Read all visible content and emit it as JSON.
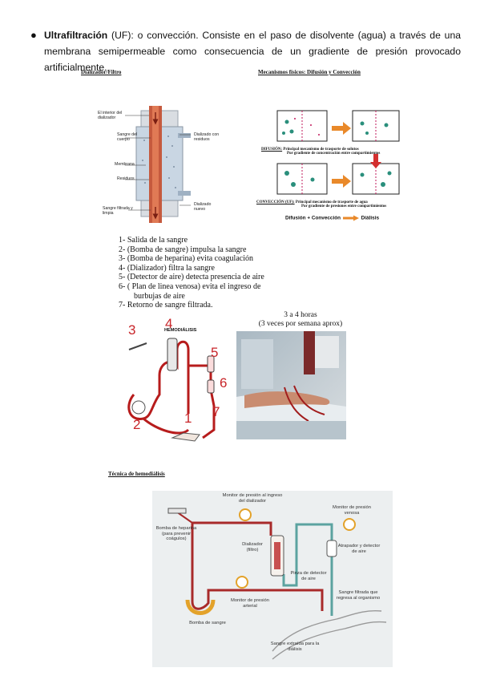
{
  "intro": {
    "term": "Ultrafiltración",
    "text": " (UF): o convección. Consiste en el paso de disolvente (agua) a través de una membrana semipermeable como consecuencia de un gradiente de presión provocado artificialmente."
  },
  "fig1": {
    "caption": "Dializador/Filtro",
    "labels": {
      "interior": "El interior del dializador",
      "sangre_cuerpo": "Sangre del cuerpo",
      "membrana": "Membrana",
      "residuos": "Residuos",
      "sangre_filtrada": "Sangre filtrada y limpia",
      "dializado_residuos": "Dializado con residuos",
      "dializado_nuevo": "Dializado nuevo"
    }
  },
  "fig2": {
    "caption": "Mecanismos físicos: Difusión y Convección",
    "difusion_label": "DIFUSIÓN:",
    "difusion_text1": "Principal mecanismo de trasporte de solutos",
    "difusion_text2": "Por gradiente de concentración entre compartimientos",
    "conveccion_label": "CONVECCIÓN (UF):",
    "conveccion_text1": "Principal mecanismo de trasporte de agua",
    "conveccion_text2": "Por gradiente de presiones entre compartimientos",
    "sum_left": "Difusión + Convección",
    "sum_right": "Diálisis"
  },
  "steps": [
    "1- Salida de la sangre",
    "2- (Bomba de sangre) impulsa la sangre",
    "3- (Bomba de heparina) evita coagulación",
    "4- (Dializador) filtra la sangre",
    "5- (Detector de aire) detecta presencia de aire",
    "6- ( Plan de linea venosa) evita el ingreso de",
    "burbujas de aire",
    "7- Retorno de sangre filtrada."
  ],
  "fig3": {
    "title": "HEMODIÁLISIS",
    "numbers": [
      "3",
      "4",
      "5",
      "6",
      "2",
      "1",
      "7"
    ]
  },
  "photo": {
    "line1": "3 a 4 horas",
    "line2": "(3 veces por semana aprox)"
  },
  "fig4": {
    "caption": "Técnica de hemodiálisis",
    "labels": {
      "monitor_entrada": "Monitor de presión al ingreso del dializador",
      "monitor_venosa": "Monitor de presión venosa",
      "bomba_heparina": "Bomba de heparina (para prevenir coágulos)",
      "dializador": "Dializador (filtro)",
      "atrapador": "Atrapador y detector de aire",
      "pinza": "Pinza de detector de aire",
      "sangre_filtrada": "Sangre filtrada que regresa al organismo",
      "monitor_arterial": "Monitor de presión arterial",
      "bomba_sangre": "Bomba de sangre",
      "sangre_extraida": "Sangre extraída para la diálisis"
    }
  }
}
